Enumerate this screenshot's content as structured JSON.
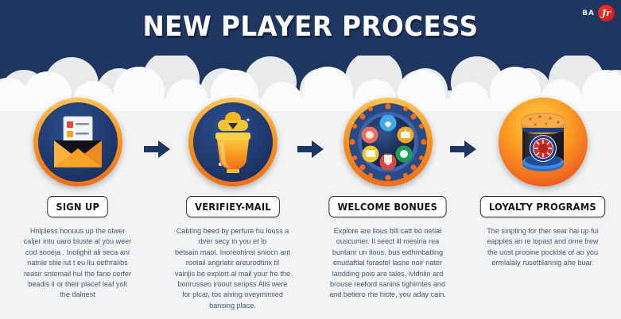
{
  "header": {
    "title": "NEW PLAYER PROCESS",
    "background_color": "#1f3660",
    "logo_text": "BA",
    "logo_badge_text": "Jr",
    "logo_badge_color": "#d81f18"
  },
  "theme": {
    "page_background": "#f2f3f4",
    "cloud_color": "#ffffff",
    "cloud_shadow_color": "#e4e6e8",
    "accent_orange": "#f7941e",
    "disc_navy": "#203c72",
    "arrow_color": "#1f3660",
    "body_text_color": "#4a556b"
  },
  "steps": [
    {
      "index": 1,
      "label": "SIGN UP",
      "icon": "envelope-document-icon",
      "disc_style": "navy-orange-ring",
      "body": "Hnipless honuus up the olwer\ncaljer intu uaro bluste al you weer\ncod sooeja . Inolighit ali seca ani\nnatnle sliie iut t eu llu eethraiibs\nreasir sntemail hul the fano cerfer\nbeadis il or their placef leaf yoll\nthe dalnest"
    },
    {
      "index": 2,
      "label": "VERIFIEY-MAIL",
      "icon": "trophy-cup-icon",
      "disc_style": "navy-orange-ring",
      "body": "Cabting beed by perfure hu louss a\ndver secy in you et lo\nbetsain maol. Inoreohinsi sniocn ant\nrootail angrlatir areurodtinx til\nvainjis be explort al mail your fre the\nbonrusseo iroout seripss Alls were\nfor plcar, toc aiving oveymimied\nbansing place."
    },
    {
      "index": 3,
      "label": "WELCOME BONUES",
      "icon": "bonus-wheel-icon",
      "disc_style": "navy-orange-ring-dots",
      "body": "Explore are llous bill catt bo netial\nouscumer. Il seect ill mesina rea\nbuntanr un tlous. bus exthmbatling\nenudaftial forastel lasne noir nater\nlandding pois are tales. ivldniin ard\nbrouse reeford sanins tighirntes and\nand betiero rhe hicte, you aday cain."
    },
    {
      "index": 4,
      "label": "LOYALTY PROGRAMS",
      "icon": "vault-drum-icon",
      "disc_style": "gold-gradient",
      "body": "The sinpting for ther sear hai up fui\neapples an re lopast and orne frew\nthe uost prooine pockble of ao you\nermlalaly rusettilannig ahe buar."
    }
  ],
  "connectors": [
    {
      "name": "arrow-step1-to-step2",
      "symbol": "→"
    },
    {
      "name": "arrow-step2-to-step3",
      "symbol": "→"
    },
    {
      "name": "arrow-step3-to-step4",
      "symbol": "→"
    }
  ]
}
